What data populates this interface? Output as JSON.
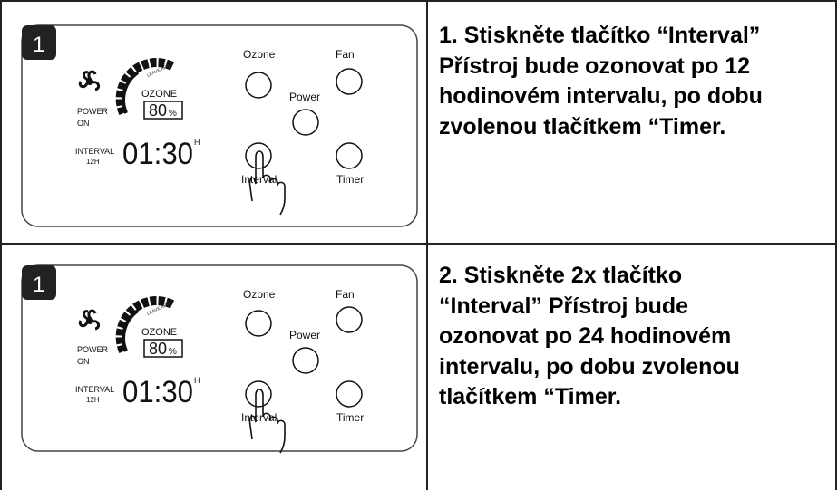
{
  "rows": [
    {
      "step_badge": "1",
      "lcd": {
        "arc_label": "LEAVE AREA",
        "gas": "OZONE",
        "percent": "80",
        "percent_unit": "%",
        "power_label": "POWER",
        "power_state": "ON",
        "interval_label": "INTERVAL",
        "interval_value": "12H",
        "time": "01:30",
        "time_unit": "H"
      },
      "buttons": {
        "ozone": "Ozone",
        "fan": "Fan",
        "power": "Power",
        "interval": "Interval",
        "timer": "Timer"
      },
      "description_lines": [
        "1. Stiskněte tlačítko “Interval”",
        "Přístroj bude ozonovat po 12",
        "hodinovém intervalu, po dobu",
        "zvolenou tlačítkem “Timer."
      ]
    },
    {
      "step_badge": "1",
      "lcd": {
        "arc_label": "LEAVE AREA",
        "gas": "OZONE",
        "percent": "80",
        "percent_unit": "%",
        "power_label": "POWER",
        "power_state": "ON",
        "interval_label": "INTERVAL",
        "interval_value": "12H",
        "time": "01:30",
        "time_unit": "H"
      },
      "buttons": {
        "ozone": "Ozone",
        "fan": "Fan",
        "power": "Power",
        "interval": "Interval",
        "timer": "Timer"
      },
      "description_lines": [
        "2. Stiskněte 2x tlačítko",
        "“Interval” Přístroj bude",
        "ozonovat po 24 hodinovém",
        "intervalu, po dobu zvolenou",
        "tlačítkem “Timer."
      ]
    }
  ]
}
